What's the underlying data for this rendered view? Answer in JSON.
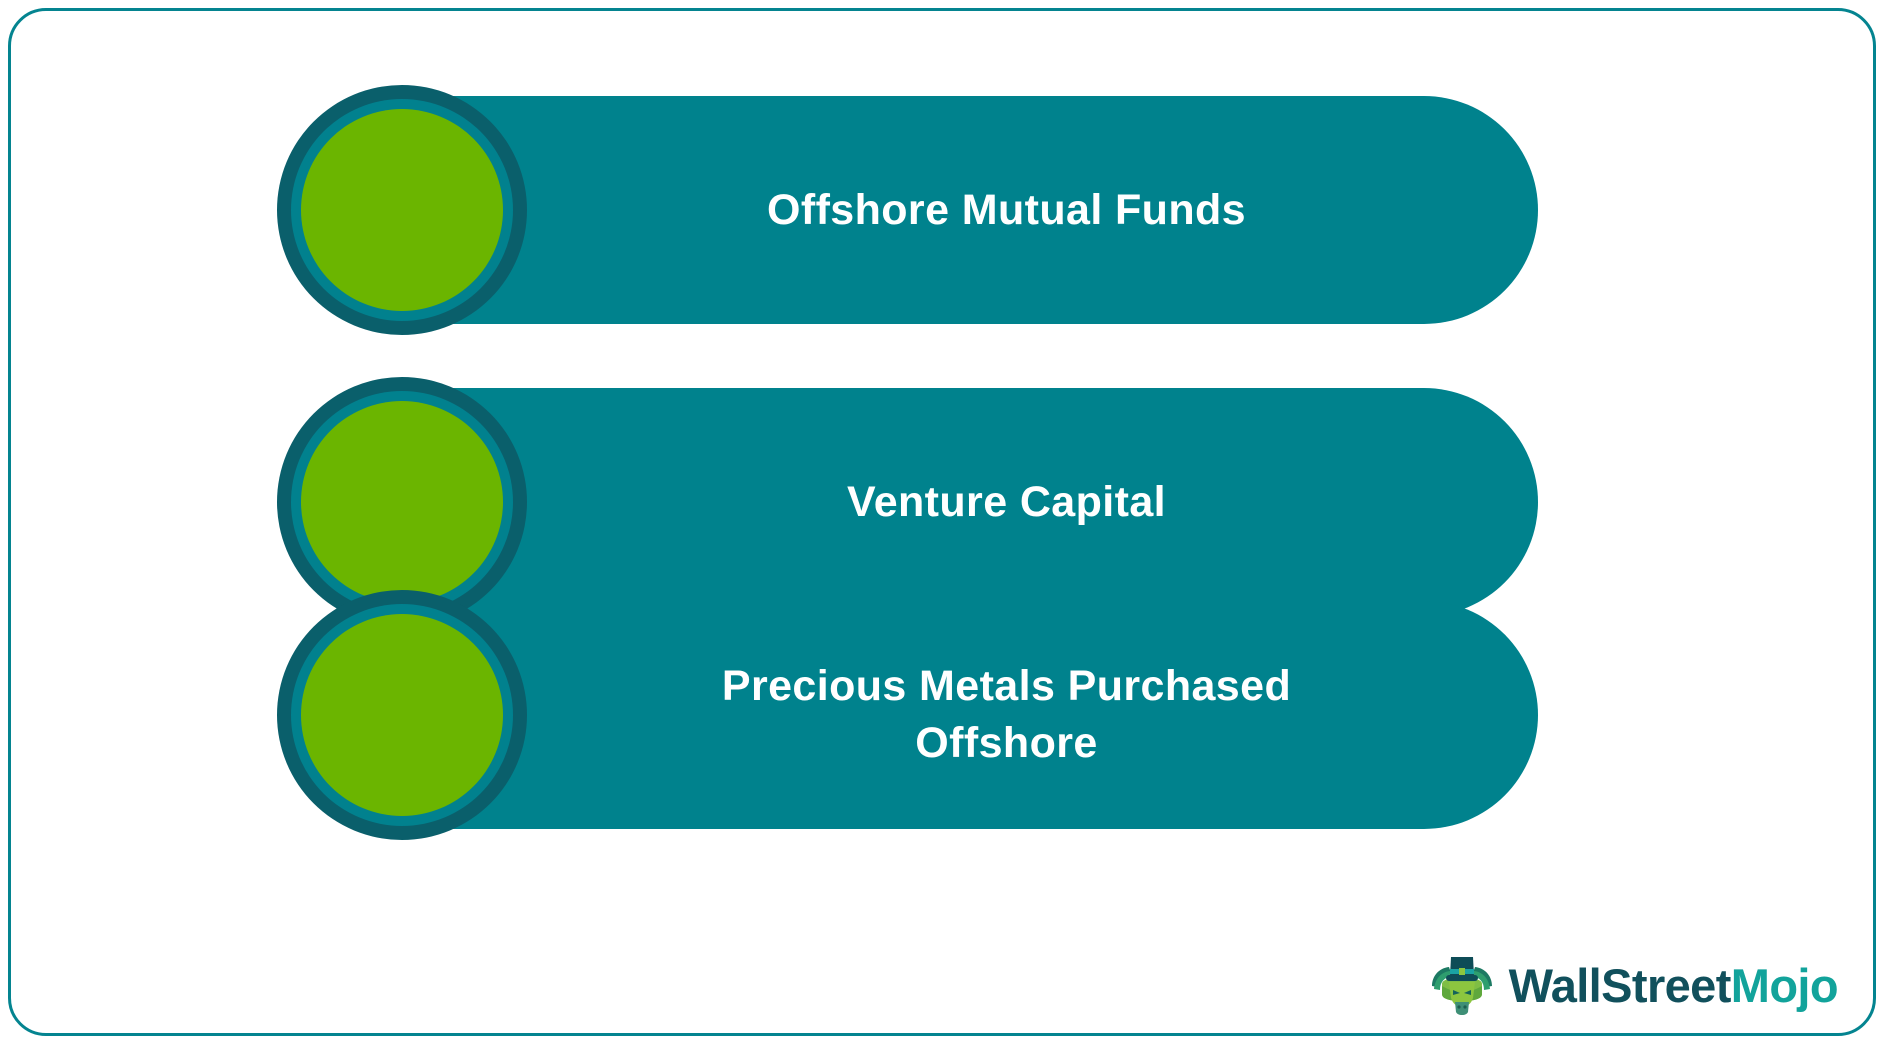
{
  "page": {
    "background_color": "#FFFFFF",
    "frame_border_color": "#048490"
  },
  "palette": {
    "pill_teal": "#00828D",
    "ring_dark_teal": "#0A5F6B",
    "ring_mid_teal": "#01818E",
    "circle_green": "#6BB500",
    "text_white": "#FFFFFF",
    "logo_dark": "#11505C",
    "logo_accent": "#12A39B"
  },
  "rows": [
    {
      "index": 1,
      "label": "Offshore Mutual Funds",
      "bullet_icon": "green-circle-icon"
    },
    {
      "index": 2,
      "label": "Venture Capital",
      "bullet_icon": "green-circle-icon"
    },
    {
      "index": 3,
      "label": "Precious Metals Purchased\nOffshore",
      "bullet_icon": "green-circle-icon"
    }
  ],
  "logo": {
    "mark_icon": "bull-mascot-tophat-icon",
    "word_primary": "WallStreet",
    "word_accent": "Mojo"
  }
}
